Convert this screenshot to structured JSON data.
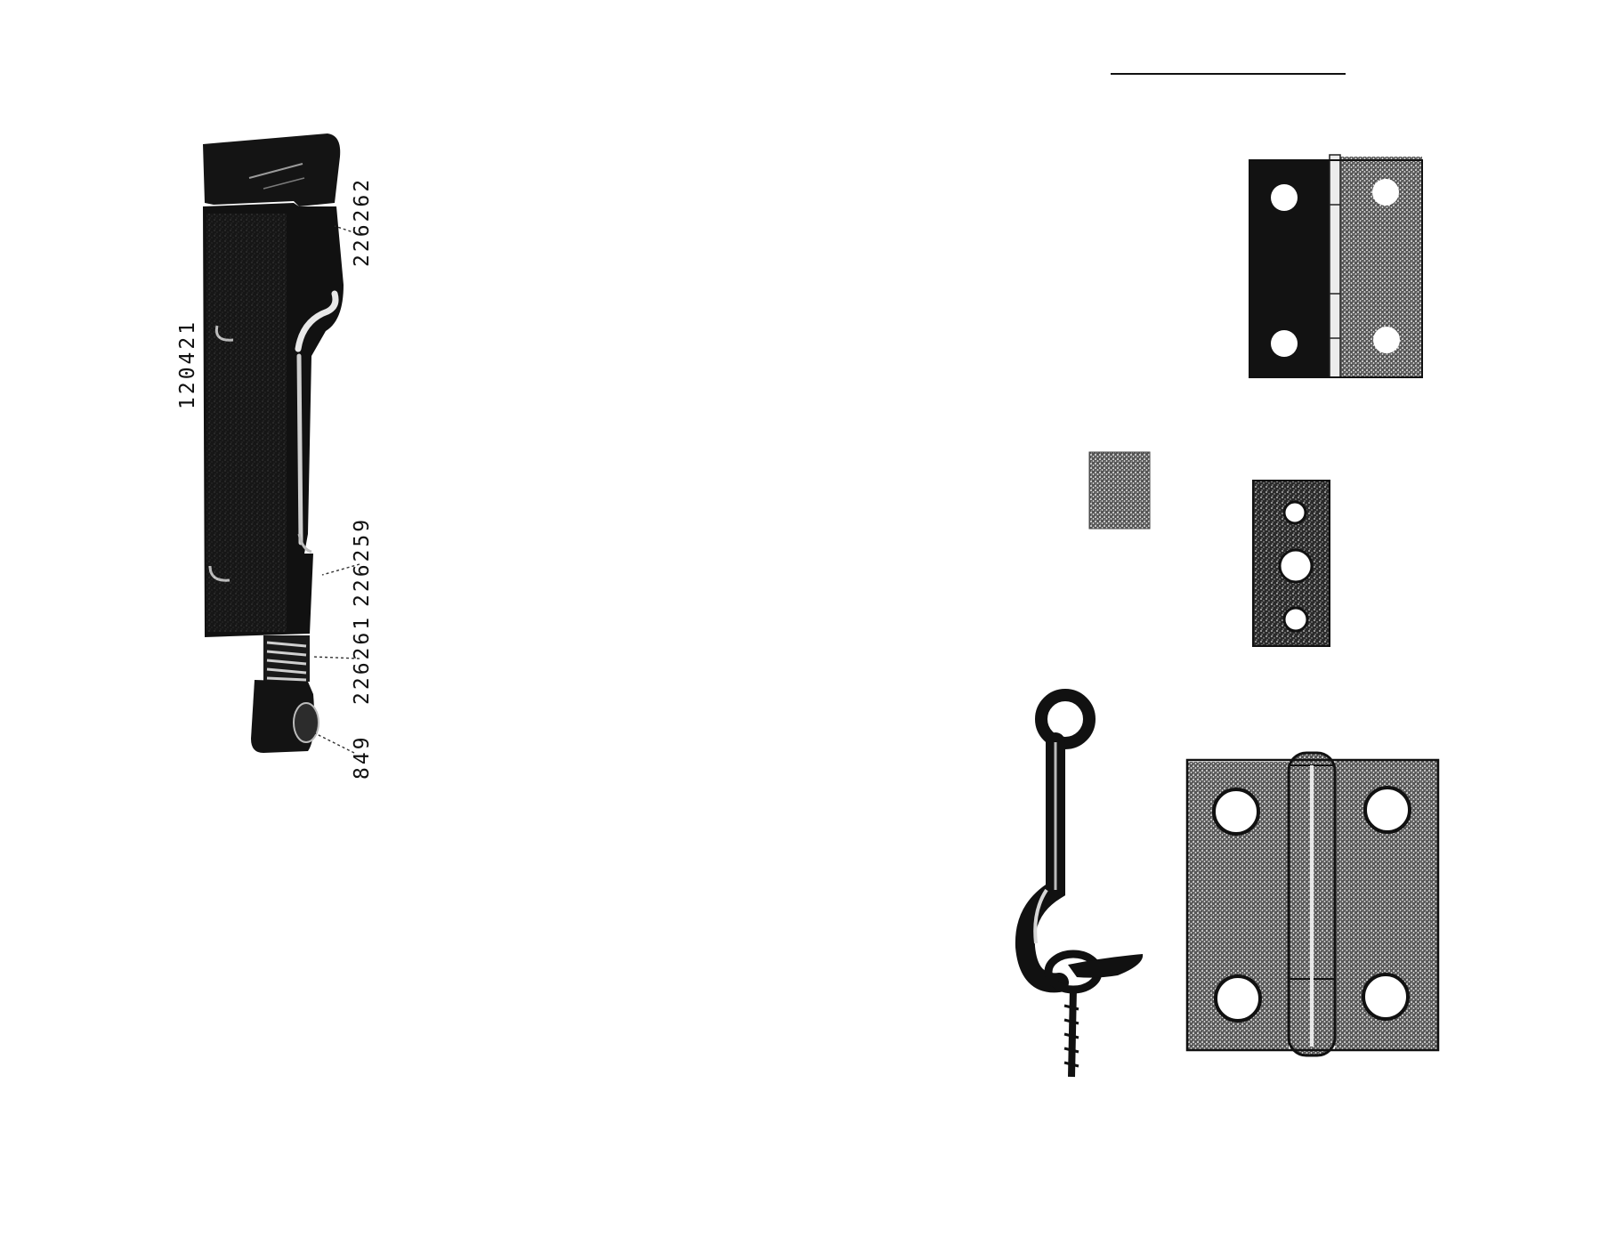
{
  "page": {
    "background_color": "#ffffff",
    "ink_color": "#111111"
  },
  "left_assembly": {
    "labels": {
      "part_main": "120421",
      "part_top": "226262",
      "part_spring": "226259",
      "part_screw": "226261",
      "part_pin": "849"
    }
  },
  "right_panel": {
    "items": [
      {
        "name": "hinge-small-upper",
        "icon": "hinge-icon"
      },
      {
        "name": "leaf-swatch",
        "icon": "swatch-icon"
      },
      {
        "name": "hinge-leaf-three-hole",
        "icon": "hinge-leaf-icon"
      },
      {
        "name": "hook-and-eye",
        "icon": "hook-eye-icon"
      },
      {
        "name": "hinge-large",
        "icon": "hinge-icon"
      }
    ]
  }
}
